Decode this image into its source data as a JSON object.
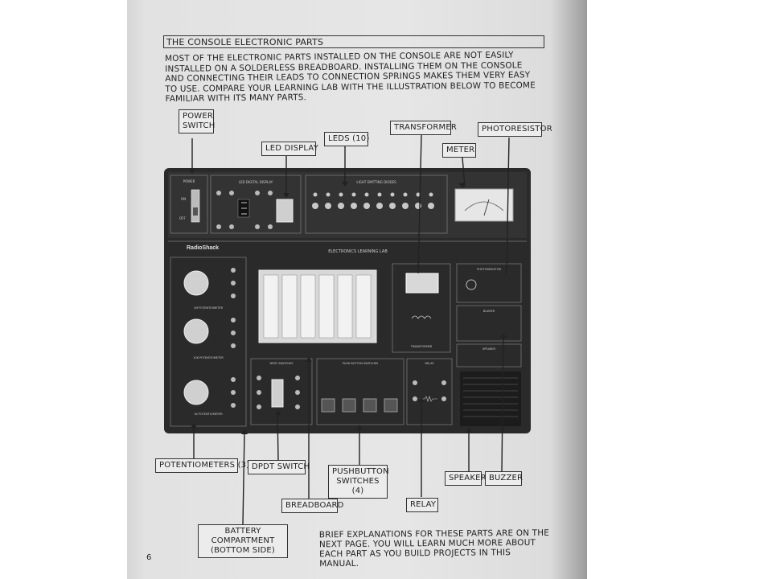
{
  "heading": "THE CONSOLE ELECTRONIC PARTS",
  "intro": "MOST OF THE ELECTRONIC PARTS INSTALLED ON THE CONSOLE ARE NOT EASILY INSTALLED ON A SOLDERLESS BREADBOARD. INSTALLING THEM ON THE CONSOLE AND CONNECTING THEIR LEADS TO CONNECTION SPRINGS MAKES THEM VERY EASY TO USE. COMPARE YOUR LEARNING LAB WITH THE ILLUSTRATION BELOW TO BECOME FAMILIAR WITH ITS MANY PARTS.",
  "labels": {
    "power_switch": "POWER SWITCH",
    "led_display": "LED DISPLAY",
    "leds": "LEDS (10)",
    "transformer": "TRANSFORMER",
    "photoresistor": "PHOTORESISTOR",
    "meter": "METER",
    "potentiometers": "POTENTIOMETERS (3)",
    "dpdt_switch": "DPDT SWITCH",
    "pushbutton_switches": "PUSHBUTTON SWITCHES (4)",
    "speaker": "SPEAKER",
    "buzzer": "BUZZER",
    "breadboard": "BREADBOARD",
    "relay": "RELAY",
    "battery_compartment": "BATTERY COMPARTMENT (BOTTOM SIDE)"
  },
  "console": {
    "brand": "RadioShack",
    "title": "ELECTRONICS LEARNING LAB",
    "power": "POWER",
    "on": "ON",
    "off": "OFF",
    "led_digital_display": "LED DIGITAL DISPLAY",
    "light_emitting_diodes": "LIGHT EMITTING DIODES",
    "push_button_switches": "PUSH BUTTON SWITCHES",
    "dpdt_switches": "DPDT SWITCHES",
    "relay": "RELAY",
    "transformer": "TRANSFORMER",
    "buzzer": "BUZZER",
    "speaker": "SPEAKER",
    "photoresistor": "PHOTORESISTOR",
    "pot_1": "1M POTENTIOMETER",
    "pot_2": "10K POTENTIOMETER",
    "pot_3": "1K POTENTIOMETER"
  },
  "outro": "BRIEF EXPLANATIONS FOR THESE PARTS ARE ON THE NEXT PAGE. YOU WILL LEARN MUCH MORE ABOUT EACH PART AS YOU BUILD PROJECTS IN THIS MANUAL.",
  "page_number": "6"
}
